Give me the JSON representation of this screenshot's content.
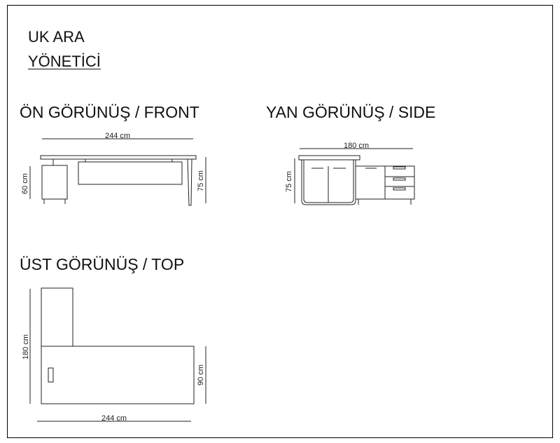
{
  "header": {
    "line1": "UK ARA",
    "line2": "YÖNETİCİ"
  },
  "views": {
    "front": {
      "heading": "ÖN GÖRÜNÜŞ / FRONT",
      "width_label": "244 cm",
      "cabinet_height_label": "60 cm",
      "height_label": "75 cm"
    },
    "side": {
      "heading": "YAN GÖRÜNÜŞ / SIDE",
      "width_label": "180 cm",
      "height_label": "75 cm"
    },
    "top": {
      "heading": "ÜST GÖRÜNÜŞ / TOP",
      "depth_label": "180 cm",
      "desk_depth_label": "90 cm",
      "width_label": "244 cm"
    }
  }
}
